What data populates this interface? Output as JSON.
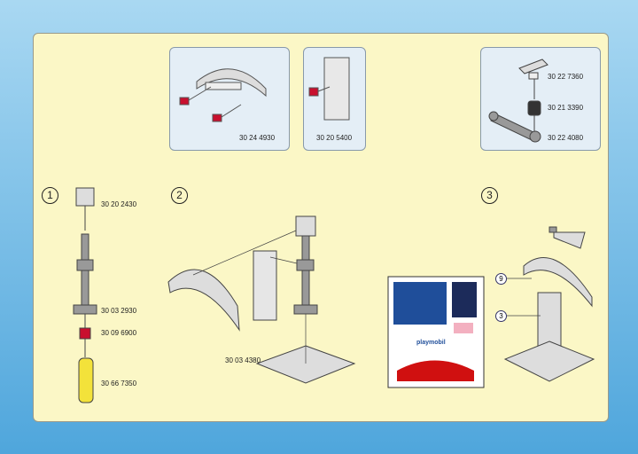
{
  "steps": {
    "one": "1",
    "two": "2",
    "three": "3"
  },
  "top_boxes": {
    "box1_part": "30 24 4930",
    "box2_part": "30 20 5400",
    "box3_parts": [
      "30 22 7360",
      "30 21 3390",
      "30 22 4080"
    ]
  },
  "step1_parts": [
    "30 20 2430",
    "30 03 2930",
    "30 09 6900",
    "30 66 7350"
  ],
  "step2_parts": [
    "30 03 4380"
  ],
  "step3_callouts": [
    "9",
    "3"
  ],
  "sticker": {
    "brand": "playmobil"
  },
  "colors": {
    "panel": "#fbf7c6",
    "box": "#e4eef6",
    "red": "#c8102e",
    "gray": "#9c9c9c"
  }
}
